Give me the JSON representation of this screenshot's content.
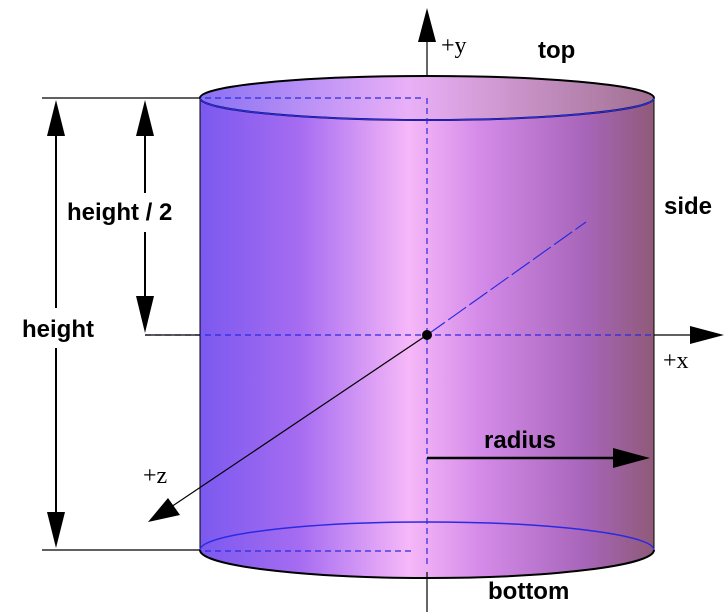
{
  "labels": {
    "plus_y": "+y",
    "top": "top",
    "side": "side",
    "height_half": "height / 2",
    "height": "height",
    "plus_x": "+x",
    "radius": "radius",
    "plus_z": "+z",
    "bottom": "bottom"
  },
  "colors": {
    "cylinder_left": "#7b59ef",
    "cylinder_highlight": "#f6b8f8",
    "cylinder_right": "#8f5a78",
    "cap_fill": "#b989f0",
    "hidden_line": "#2a2ae0",
    "outline": "#000000"
  }
}
